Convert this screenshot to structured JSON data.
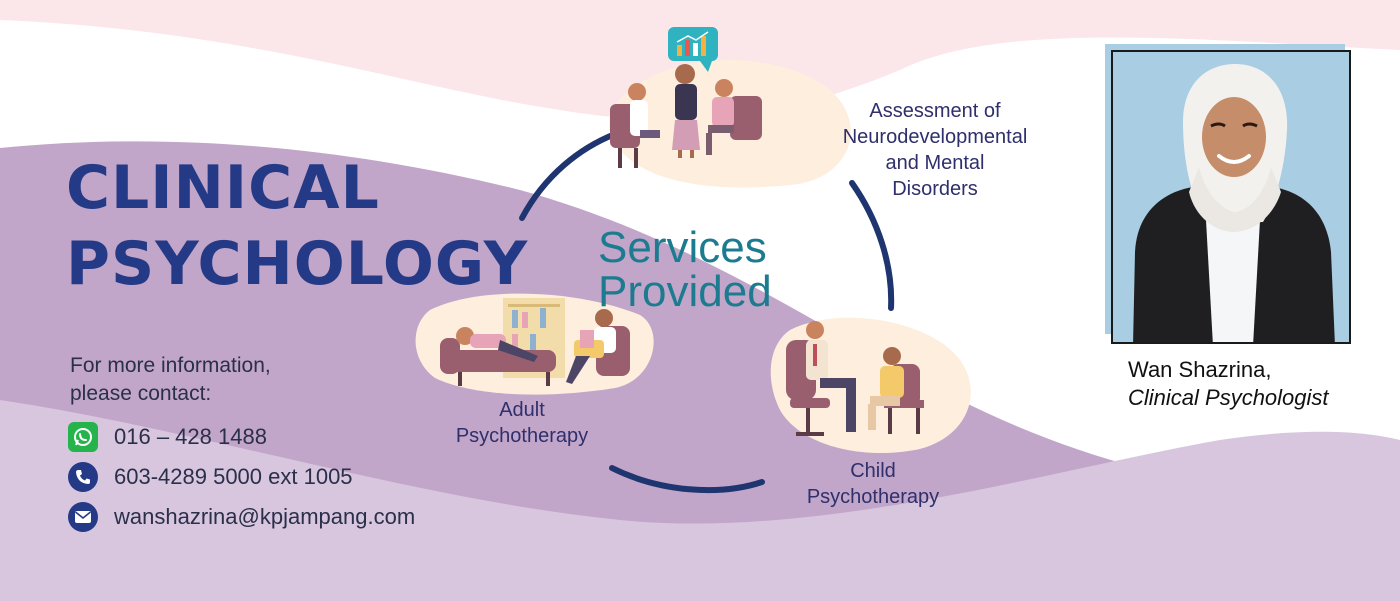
{
  "title": {
    "line1": "CLINICAL",
    "line2": "PSYCHOLOGY"
  },
  "services_heading": {
    "line1": "Services",
    "line2": "Provided"
  },
  "services": [
    {
      "line1": "Assessment of",
      "line2": "Neurodevelopmental",
      "line3": "and Mental",
      "line4": "Disorders"
    },
    {
      "line1": "Adult",
      "line2": "Psychotherapy"
    },
    {
      "line1": "Child",
      "line2": "Psychotherapy"
    }
  ],
  "contact": {
    "intro_line1": "For more information,",
    "intro_line2": "please contact:",
    "whatsapp": "016 – 428 1488",
    "phone": "603-4289 5000 ext 1005",
    "email": "wanshazrina@kpjampang.com"
  },
  "person": {
    "name": "Wan Shazrina,",
    "role": "Clinical Psychologist"
  },
  "colors": {
    "title": "#243a86",
    "services_heading": "#1d7b90",
    "service_label": "#2e2f6b",
    "wave_light_pink": "#fbe6ea",
    "wave_purple": "#c2a6c9",
    "wave_lavender": "#d8c6df",
    "cycle_line": "#1f3570",
    "whatsapp_green": "#25b34b",
    "icon_blue": "#243a86",
    "photo_bg": "#a9cde2"
  },
  "icons": [
    "whatsapp-icon",
    "phone-icon",
    "email-icon",
    "chart-icon"
  ]
}
